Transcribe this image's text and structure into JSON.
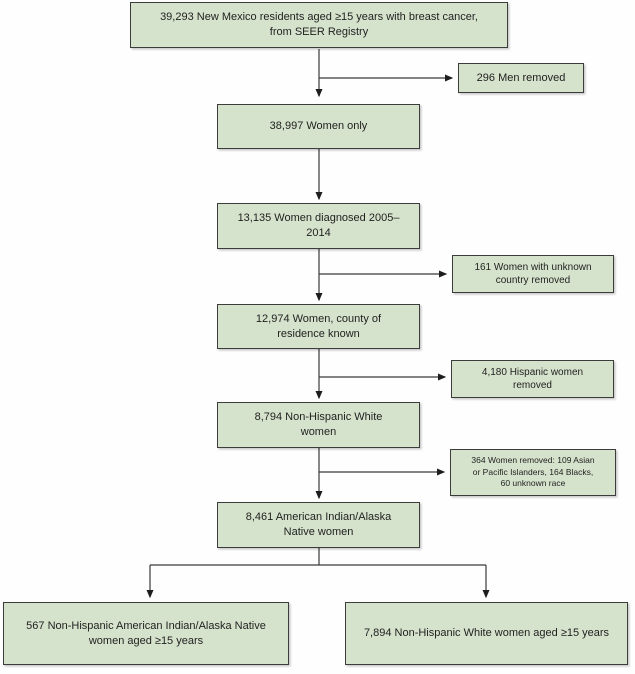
{
  "colors": {
    "background": "#fdfefd",
    "box_fill": "#d6e3cc",
    "box_border": "#3c3c3c",
    "connector": "#3a3a3a",
    "text": "#1f1f1f"
  },
  "flowchart": {
    "boxes": {
      "seer_registry": "39,293 New Mexico residents aged ≥15 years with breast cancer,\nfrom SEER Registry",
      "men_removed": "296 Men removed",
      "women_only": "38,997 Women only",
      "women_diagnosed": "13,135 Women diagnosed 2005–\n2014",
      "unknown_country_removed": "161 Women with unknown\ncountry removed",
      "county_known": "12,974 Women, county of\nresidence known",
      "hispanic_removed": "4,180 Hispanic women\nremoved",
      "non_hispanic_white_women": "8,794 Non-Hispanic White\nwomen",
      "other_race_removed": "364 Women removed: 109 Asian\nor Pacific Islanders, 164 Blacks,\n60 unknown race",
      "aian_women": "8,461 American Indian/Alaska\nNative women",
      "final_aian": "567 Non-Hispanic American Indian/Alaska Native\nwomen aged ≥15 years",
      "final_white": "7,894 Non-Hispanic White women aged ≥15 years"
    }
  }
}
